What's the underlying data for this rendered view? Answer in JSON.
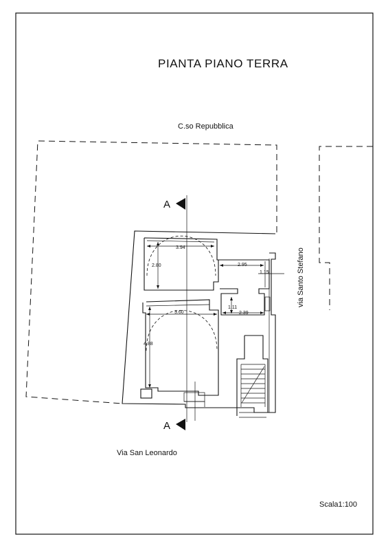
{
  "drawing": {
    "title": "PIANTA PIANO TERRA",
    "scale": "Scala1:100"
  },
  "streets": {
    "north": "C.so Repubblica",
    "east": "via Santo Stefano",
    "south": "Via San Leonardo"
  },
  "section_marks": {
    "top": "A",
    "bottom": "A"
  },
  "dimensions": {
    "room1_width": "3.94",
    "room1_depth": "2.80",
    "corridor_width": "2.95",
    "corridor_depth": "1.15",
    "wc_width": "2.39",
    "wc_depth": "1.11",
    "room2_width": "3.60",
    "room2_depth": "4.88"
  },
  "colors": {
    "ink": "#111111",
    "paper": "#ffffff"
  }
}
